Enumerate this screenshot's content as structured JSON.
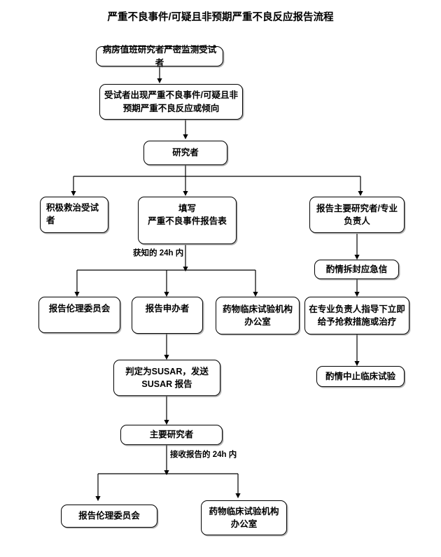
{
  "title": "严重不良事件/可疑且非预期严重不良反应报告流程",
  "nodes": {
    "ward_monitor": "病房值班研究者严密监测受试者",
    "sae_occurs": "受试者出现严重不良事件/可疑且非预期严重不良反应或倾向",
    "investigator": "研究者",
    "treat_subject": "积极救治受试者",
    "fill_form": "填写\n严重不良事件报告表",
    "report_pi": "报告主要研究者/专业负责人",
    "unblind": "酌情拆封应急信",
    "rescue": "在专业负责人指导下立即给予抢救措施或治疗",
    "suspend_trial": "酌情中止临床试验",
    "report_ec_1": "报告伦理委员会",
    "report_sponsor": "报告申办者",
    "report_office_1": "药物临床试验机构办公室",
    "susar": "判定为SUSAR，发送SUSAR 报告",
    "principal_investigator": "主要研究者",
    "report_ec_2": "报告伦理委员会",
    "report_office_2": "药物临床试验机构办公室"
  },
  "edge_labels": {
    "within_24h_known": "获知的 24h 内",
    "within_24h_receipt": "接收报告的 24h 内"
  },
  "colors": {
    "stroke": "#000000",
    "background": "#ffffff",
    "shadow": "#787878"
  }
}
